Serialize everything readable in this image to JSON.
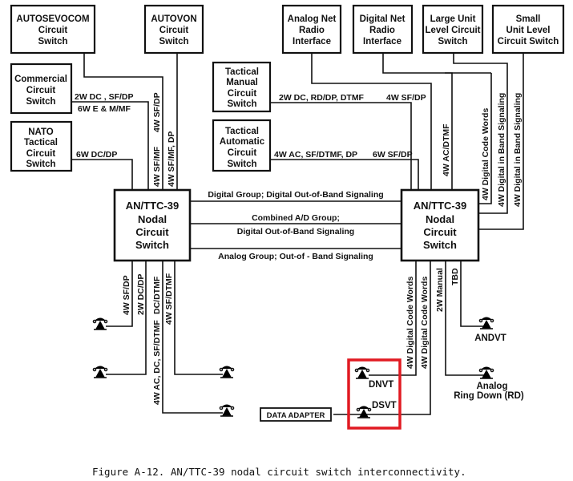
{
  "figure": {
    "caption": "Figure A-12.  AN/TTC-39 nodal circuit switch interconnectivity."
  },
  "nodes": {
    "autosevocom": [
      "AUTOSEVOCOM",
      "Circuit",
      "Switch"
    ],
    "autovon": [
      "AUTOVON",
      "Circuit",
      "Switch"
    ],
    "commercial": [
      "Commercial",
      "Circuit",
      "Switch"
    ],
    "nato": [
      "NATO",
      "Tactical",
      "Circuit",
      "Switch"
    ],
    "analog_net": [
      "Analog Net",
      "Radio",
      "Interface"
    ],
    "digital_net": [
      "Digital Net",
      "Radio",
      "Interface"
    ],
    "large_unit": [
      "Large Unit",
      "Level Circuit",
      "Switch"
    ],
    "small_unit": [
      "Small",
      "Unit Level",
      "Circuit Switch"
    ],
    "tactical_manual": [
      "Tactical",
      "Manual",
      "Circuit",
      "Switch"
    ],
    "tactical_automatic": [
      "Tactical",
      "Automatic",
      "Circuit",
      "Switch"
    ],
    "ttc39_left": [
      "AN/TTC-39",
      "Nodal",
      "Circuit",
      "Switch"
    ],
    "ttc39_right": [
      "AN/TTC-39",
      "Nodal",
      "Circuit",
      "Switch"
    ],
    "data_adapter": "DATA ADAPTER"
  },
  "links": {
    "commercial_line1": "2W DC , SF/DP",
    "commercial_line2": "6W  E & M/MF",
    "nato": "6W DC/DP",
    "autosevocom_vertical": "4W SF/DP",
    "commercial_vertical": "4W SF/MF",
    "autovon_vertical": "4W SF/MF, DP",
    "tactical_manual": "2W DC, RD/DP, DTMF",
    "analog_net": "4W SF/DP",
    "tactical_automatic": "4W AC, SF/DTMF, DP",
    "digital_net_h": "6W SF/DP",
    "digital_net_vertical": "4W AC/DTMF",
    "large_unit_codewords": "4W Digital Code Words",
    "large_unit_inband": "4W Digital in Band Signaling",
    "small_unit_inband": "4W Digital in Band Signaling",
    "trunk_digital": "Digital Group; Digital Out-of-Band Signaling",
    "trunk_combined_1": "Combined A/D Group;",
    "trunk_combined_2": "Digital Out-of-Band Signaling",
    "trunk_analog": "Analog Group; Out-of - Band Signaling",
    "left_sub1": "4W SF/DP",
    "left_sub2": "2W DC/DP",
    "left_sub3a": "4W AC, DC, SF/DTMF",
    "left_sub3b": "DC/DTMF",
    "left_sub4": "4W SF/DTMF",
    "right_sub1": "4W Digital Code Words",
    "right_sub2": "4W Digital Code Words",
    "right_sub3": "2W Manual",
    "right_sub4": "TBD"
  },
  "terminals": {
    "dnvt": "DNVT",
    "dsvt": "DSVT",
    "andvt": "ANDVT",
    "analog_rd_1": "Analog",
    "analog_rd_2": "Ring Down (RD)"
  },
  "highlight": {
    "color": "#e11a22",
    "target": "DNVT / DSVT terminals"
  }
}
